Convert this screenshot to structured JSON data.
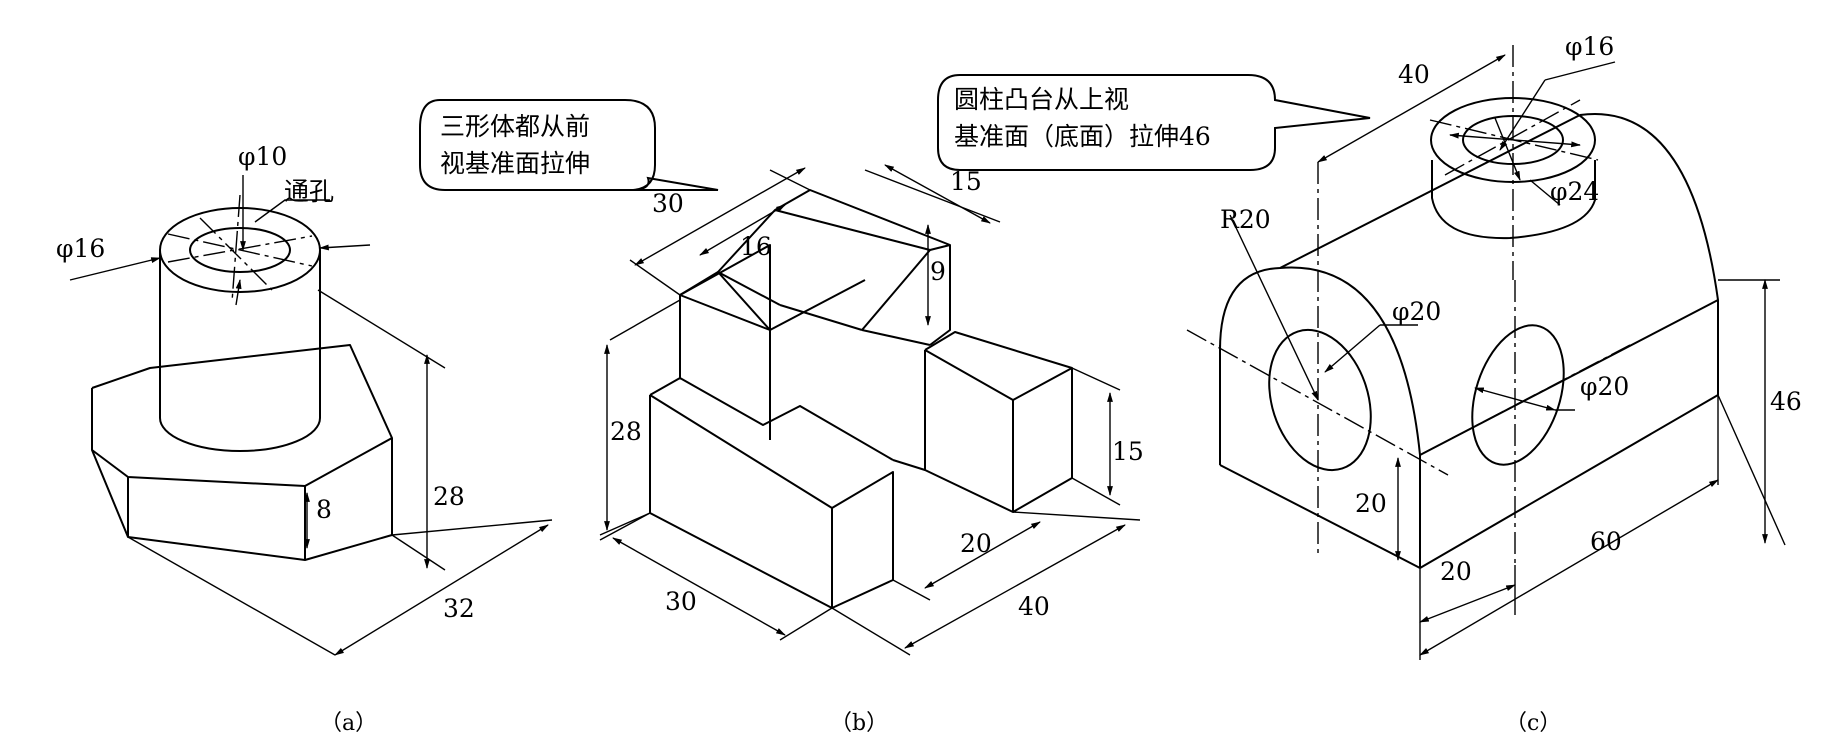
{
  "figures": [
    {
      "caption": "（a）",
      "dimensions": [
        "φ10",
        "通孔",
        "φ16",
        "8",
        "28",
        "32"
      ]
    },
    {
      "caption": "（b）",
      "note": [
        "三形体都从前",
        "视基准面拉伸"
      ],
      "dimensions": [
        "30",
        "15",
        "16",
        "9",
        "28",
        "15",
        "20",
        "30",
        "40"
      ]
    },
    {
      "caption": "（c）",
      "note": [
        "圆柱凸台从上视",
        "基准面（底面）拉伸46"
      ],
      "dimensions": [
        "40",
        "φ16",
        "φ24",
        "R20",
        "φ20",
        "φ20",
        "46",
        "20",
        "60",
        "20"
      ]
    }
  ]
}
